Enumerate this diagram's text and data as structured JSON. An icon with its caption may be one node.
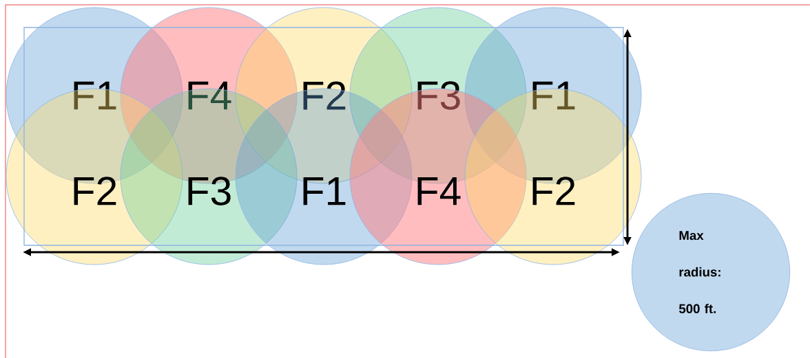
{
  "diagram": {
    "nodes": [
      {
        "text": [
          "F1"
        ]
      },
      {
        "text": [
          "F4"
        ]
      },
      {
        "text": [
          "F2"
        ]
      },
      {
        "text": [
          "F3"
        ]
      },
      {
        "text": [
          "F1"
        ]
      },
      {
        "text": [
          "F2"
        ]
      },
      {
        "text": [
          "F3"
        ]
      },
      {
        "text": [
          "F1"
        ]
      },
      {
        "text": [
          "F4"
        ]
      },
      {
        "text": [
          "F2"
        ]
      },
      {
        "text": [
          "Max radius: 500 ft."
        ]
      }
    ]
  }
}
